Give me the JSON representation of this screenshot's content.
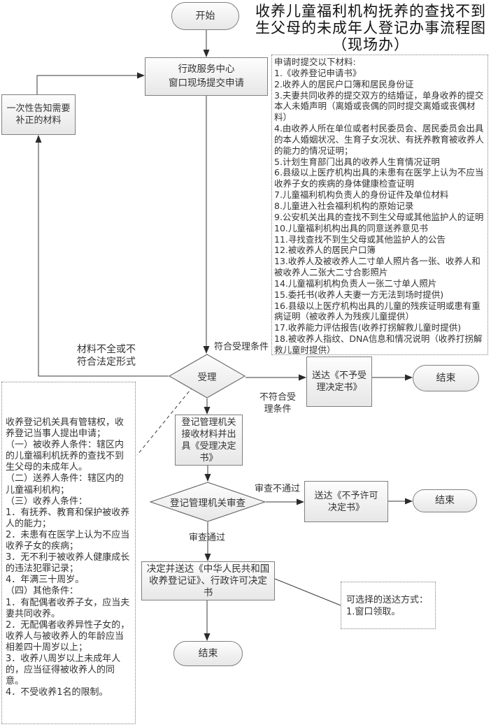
{
  "title": {
    "line1": "收养儿童福利机构抚养的查找不到",
    "line2": "生父母的未成年人登记办事流程图",
    "line3": "（现场办）"
  },
  "nodes": {
    "start": "开始",
    "service_center_line1": "行政服务中心",
    "service_center_line2": "窗口现场提交申请",
    "notify": "一次性告知需要补正的材料",
    "accept": "受理",
    "receive": "登记管理机关接收材料并出具《受理决定书》",
    "deliver_no_accept": "送达《不予受理决定书》",
    "end1": "结束",
    "review": "登记管理机关审查",
    "deliver_no_permit": "送达《不予许可决定书》",
    "end2": "结束",
    "decide": "决定并送达《中华人民共和国收养登记证》、行政许可决定书",
    "end3": "结束"
  },
  "edge_labels": {
    "meet_accept": "符合受理条件",
    "not_meet_accept": "不符合受理条件",
    "incomplete": "材料不全或不符合法定形式",
    "review_fail": "审查不通过",
    "review_pass": "审查通过"
  },
  "materials": {
    "title": "申请时提交以下材料:",
    "items": [
      "1.《收养登记申请书》",
      "2.收养人的居民户口簿和居民身份证",
      "3.夫妻共同收养的提交双方的结婚证，单身收养的提交本人未婚声明（离婚或丧偶的同时提交离婚或丧偶材料）",
      "4.由收养人所在单位或者村民委员会、居民委员会出具的本人婚姻状况、生育子女况状、有抚养教育被收养人的能力的情况证明；",
      "5.计划生育部门出具的收养人生育情况证明",
      "6.县级以上医疗机构出具的未患有在医学上认为不应当收养子女的疾病的身体健康检查证明",
      "7.儿童福利机构负责人的身份证件及单位材料",
      "8.儿童进入社会福利机构的原始记录",
      "9.公安机关出具的查找不到生父母或其他监护人的证明",
      "10.儿童福利机构出具的同意送养意见书",
      "11.寻找查找不到生父母或其他监护人的公告",
      "12.被收养人的居民户口簿",
      "13.收养人及被收养人二寸单人照片各一张、收养人和被收养人二张大二寸合影照片",
      "14.儿童福利机构负责人一张二寸单人照片",
      "15.委托书(收养人夫妻一方无法到场时提供)",
      "16.县级以上医疗机构出具的儿童的残疾证明或患有重病证明（被收养人为残疾儿童提供）",
      "17.收养能力评估报告(收养打拐解救儿童时提供)",
      "18.被收养人指纹、DNA信息和情况说明（收养打拐解救儿童时提供）"
    ]
  },
  "conditions": {
    "lines": [
      "收养登记机关具有管辖权，收养登记当事人提出申请；",
      "（一）被收养人条件：辖区内的儿童福利机抚养的查找不到生父母的未成年人。",
      "（二）送养人条件：辖区内的儿童福利机构；",
      "（三）收养人条件：",
      "1．有抚养、教育和保护被收养人的能力；",
      "2．未患有在医学上认为不应当收养子女的疾病；",
      "3．无不利于被收养人健康成长的违法犯罪记录；",
      "4．年满三十周岁。",
      "（四）其他条件：",
      "1．有配偶者收养子女，应当夫妻共同收养。",
      "2．无配偶者收养异性子女的，收养人与被收养人的年龄应当相差四十周岁以上；",
      "3．收养八周岁以上未成年人的，应当征得被收养人的同意。",
      "4．不受收养1名的限制。"
    ]
  },
  "delivery": {
    "title": "可选择的送达方式：",
    "items": [
      "1.窗口领取。"
    ]
  }
}
